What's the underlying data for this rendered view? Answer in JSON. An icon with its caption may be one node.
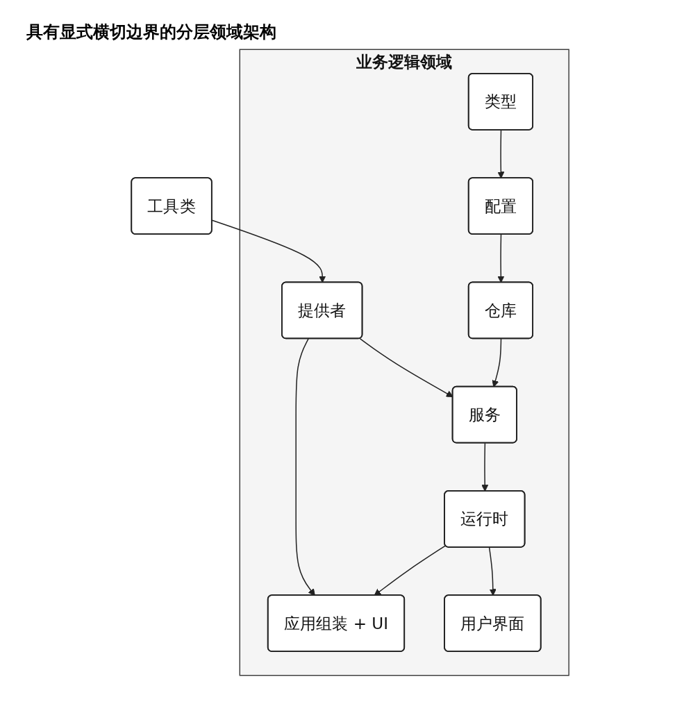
{
  "diagram": {
    "title": "具有显式横切边界的分层领域架构",
    "nodes": [
      {
        "text": [
          "工具类"
        ]
      },
      {
        "text": [
          "业务逻辑领域"
        ]
      },
      {
        "text": [
          "提供者"
        ],
        "in": 1
      },
      {
        "text": [
          "应用组装 + UI"
        ],
        "in": 1
      },
      {
        "text": [
          "服务"
        ],
        "in": 1
      },
      {
        "text": [
          "运行时"
        ],
        "in": 1
      },
      {
        "text": [
          "用户界面"
        ],
        "in": 1
      },
      {
        "text": [
          "类型"
        ],
        "in": 1
      },
      {
        "text": [
          "配置"
        ],
        "in": 1
      },
      {
        "text": [
          "仓库"
        ],
        "in": 1
      }
    ],
    "edges": [
      {
        "from": 0,
        "to": 2,
        "arrow": "to"
      },
      {
        "from": 2,
        "to": 3,
        "arrow": "to"
      },
      {
        "from": 2,
        "to": 4,
        "arrow": "to"
      },
      {
        "from": 4,
        "to": 5,
        "arrow": "to"
      },
      {
        "from": 5,
        "to": 3,
        "arrow": "to"
      },
      {
        "from": 5,
        "to": 6,
        "arrow": "to"
      },
      {
        "from": 9,
        "to": 4,
        "arrow": "to"
      },
      {
        "from": 7,
        "to": 8,
        "arrow": "to"
      },
      {
        "from": 8,
        "to": 9,
        "arrow": "to"
      }
    ]
  }
}
